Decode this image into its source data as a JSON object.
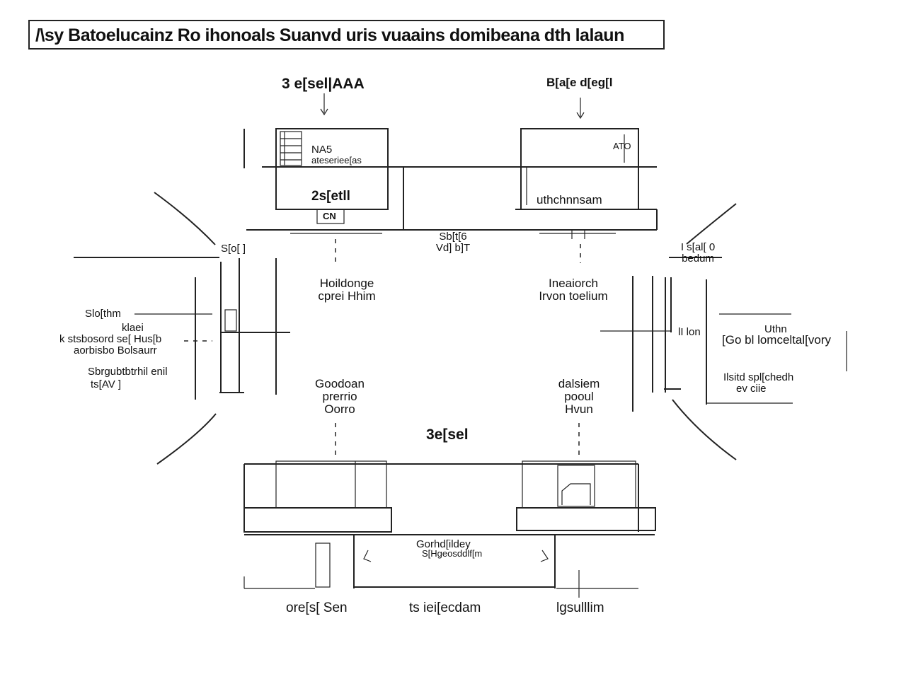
{
  "header": {
    "title": "/\\sy Batoelucainz Ro ihonoals  Suanvd uris vuaains domibeana dth lalaun"
  },
  "labels": {
    "top_left_title": "3 e[sel|AAA",
    "top_right_title": "B[a[e d[eg[l",
    "box_tl_code": "NA5",
    "box_tl_caption": "ateseriee[as",
    "box_tl_num": "2s[etll",
    "box_tl_chip": "CN",
    "box_tr_caption": "uthchnnsam",
    "box_tr_small": "ATO",
    "center_top": "Sb[t[6 Vd] b]T",
    "left_top_tag": "S[o[ ]",
    "right_top_tag": "I s[al[ 0 bedum",
    "center_left_upper": "Hoildonge cprei Hhim",
    "center_right_upper": "Ineaiorch Irvon toelium",
    "left_side_1": "Slo[thm",
    "left_side_2": "klaei",
    "left_side_3": "k stsbosord  se[ Hus[b",
    "left_side_4": "aorbisbo Bolsaurr",
    "left_side_5": "Sbrgubtbtrhil enil",
    "left_side_6": "ts[AV ]",
    "right_side_1": "lI lon",
    "right_side_2": "[Go bl lomceltal[vory",
    "right_side_3": "Uthn",
    "right_side_4": "Ilsitd spl[chedh",
    "right_side_5": "ev  ciie",
    "center_left_lower": "Goodoan prerrio Oorro",
    "center_right_lower": "dalsiem pooul Hvun",
    "center_mid": "3e[sel",
    "bottom_center_1": "Gorhd[ildey",
    "bottom_center_2": "S[Hgeosddlf[m",
    "bottom_left": "ore[s[ Sen",
    "bottom_mid": "ts iei[ecdam",
    "bottom_right": "lgsulllim"
  }
}
